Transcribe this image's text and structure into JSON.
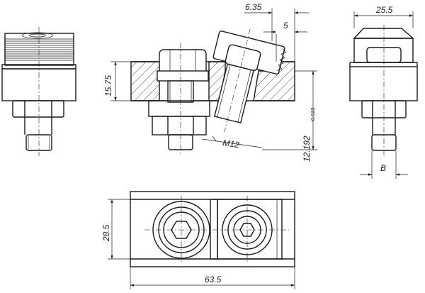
{
  "dimensions": {
    "offset_width": "6.35",
    "slot_width": "5",
    "overall_width_side": "25.5",
    "height": "15.75",
    "thread": "M12",
    "depth": "12.192",
    "depth_tolerance": "-0.013",
    "side_width": "B",
    "top_width": "28.5",
    "overall_length": "63.5"
  }
}
